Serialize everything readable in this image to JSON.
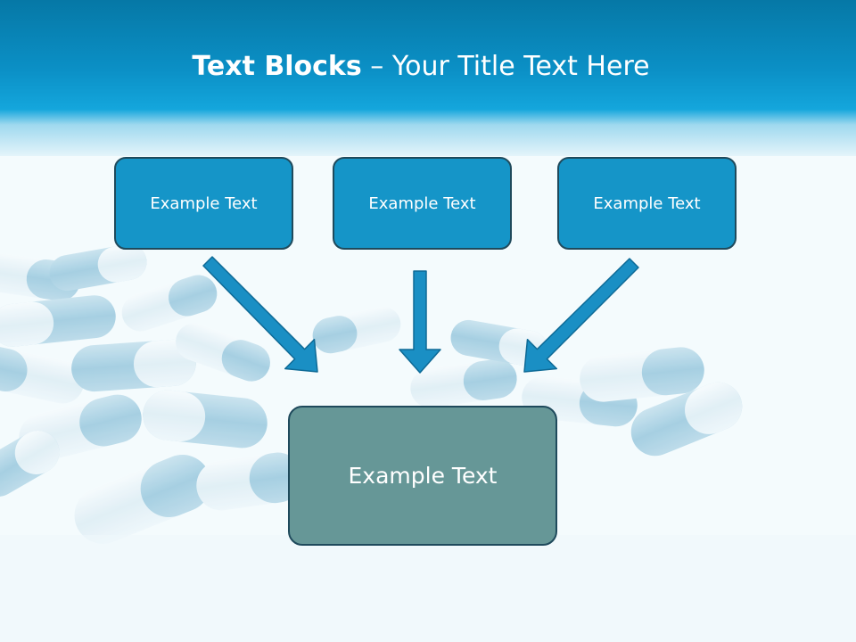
{
  "slide": {
    "title_bold": "Text Blocks",
    "title_sep": " – ",
    "title_rest": "Your Title Text Here"
  },
  "diagram": {
    "boxes": [
      {
        "label": "Example Text"
      },
      {
        "label": "Example Text"
      },
      {
        "label": "Example Text"
      }
    ],
    "target": {
      "label": "Example Text"
    }
  },
  "colors": {
    "header": "#0b90c6",
    "box_fill": "#1595c8",
    "target_fill": "#669797",
    "arrow": "#1a8fc4",
    "outline": "#1f4a5c"
  }
}
